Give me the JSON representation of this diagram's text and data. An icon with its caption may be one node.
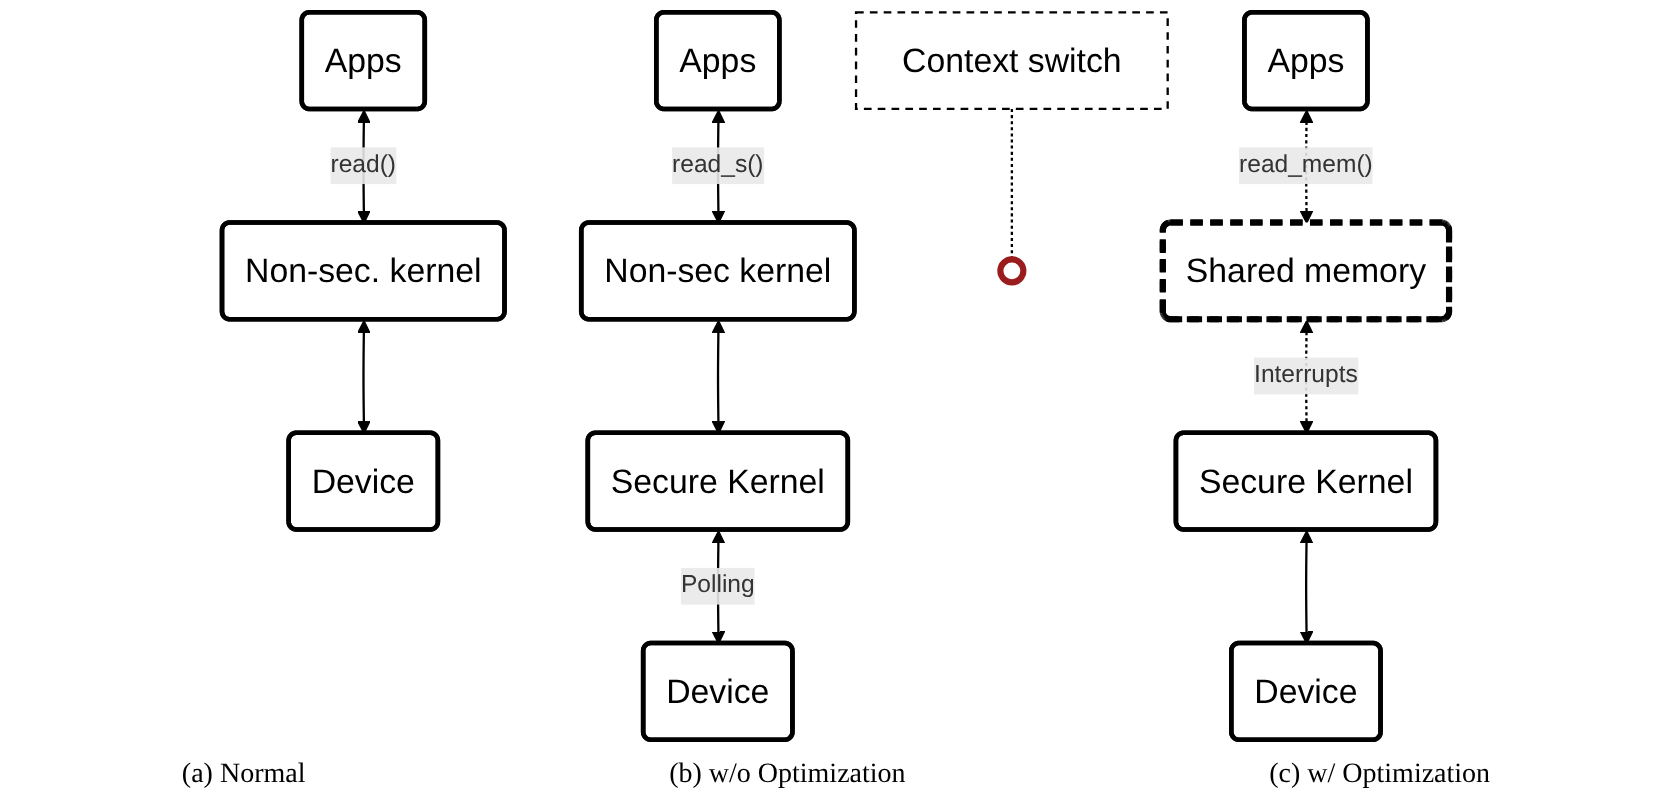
{
  "diagram": {
    "nodes": [
      {
        "text": [
          "Apps"
        ]
      },
      {
        "text": [
          "Non-sec. kernel"
        ]
      },
      {
        "text": [
          "Device"
        ]
      },
      {
        "text": [
          "Apps"
        ]
      },
      {
        "text": [
          "Non-sec kernel"
        ]
      },
      {
        "text": [],
        "shape": "circle"
      },
      {
        "text": [
          "Secure Kernel"
        ]
      },
      {
        "text": [
          "Device"
        ]
      },
      {
        "text": [
          "Context switch"
        ]
      },
      {
        "text": [
          "Apps"
        ]
      },
      {
        "text": [
          "Secure Kernel"
        ]
      },
      {
        "text": [
          "Shared memory"
        ]
      },
      {
        "text": [
          "Device"
        ]
      }
    ],
    "edges": [
      {
        "from": 0,
        "to": 1,
        "arrow": "both",
        "label": "read()"
      },
      {
        "from": 1,
        "to": 2,
        "arrow": "both"
      },
      {
        "from": 3,
        "to": 4,
        "arrow": "both",
        "label": "read_s()"
      },
      {
        "from": 4,
        "to": 6,
        "arrow": "both"
      },
      {
        "from": 6,
        "to": 7,
        "arrow": "both",
        "label": "Polling"
      },
      {
        "from": 8,
        "to": 5,
        "arrow": "none",
        "style": "dashed"
      },
      {
        "from": 9,
        "to": 11,
        "arrow": "both",
        "style": "dashed",
        "label": "read_mem()"
      },
      {
        "from": 11,
        "to": 10,
        "arrow": "both",
        "style": "dashed",
        "label": "Interrupts"
      },
      {
        "from": 10,
        "to": 12,
        "arrow": "both"
      }
    ],
    "labels": [
      "(a) Normal",
      "(b) w/o Optimization",
      "(c) w/ Optimization"
    ]
  }
}
